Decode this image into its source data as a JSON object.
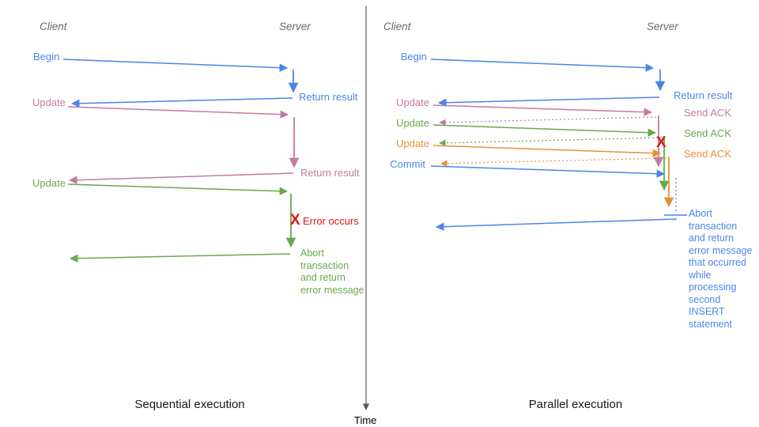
{
  "colors": {
    "blue": "#4a86e8",
    "pink": "#c27ba0",
    "green": "#6aa84f",
    "orange": "#e69138",
    "red": "#e8130c",
    "axis_gray": "#595959",
    "header_gray": "#666870"
  },
  "timeline": {
    "label": "Time"
  },
  "left": {
    "title": "Sequential execution",
    "client_header": "Client",
    "server_header": "Server",
    "messages": {
      "begin": "Begin",
      "return_result_1": "Return result",
      "update_1": "Update",
      "return_result_2": "Return result",
      "update_2": "Update",
      "error_marker": "X",
      "error_label": "Error occurs",
      "abort_note": "Abort\ntransaction\nand return\nerror message"
    }
  },
  "right": {
    "title": "Parallel execution",
    "client_header": "Client",
    "server_header": "Server",
    "messages": {
      "begin": "Begin",
      "return_result": "Return result",
      "update_1": "Update",
      "send_ack_1": "Send ACK",
      "update_2": "Update",
      "send_ack_2": "Send ACK",
      "update_3": "Update",
      "send_ack_3": "Send ACK",
      "commit": "Commit",
      "error_marker": "X",
      "abort_note": "Abort\ntransaction\nand return\nerror message\nthat occurred\nwhile\nprocessing\nsecond\nINSERT\nstatement"
    }
  }
}
